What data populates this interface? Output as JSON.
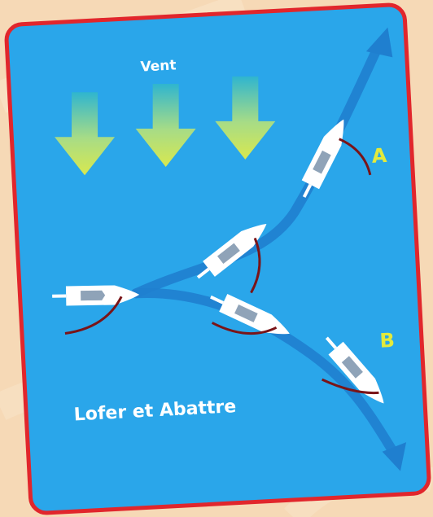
{
  "colors": {
    "page_background": "#f6d9b6",
    "card_background": "#2aa6ea",
    "card_border": "#e1262c",
    "arrow_stroke": "#1f7fcf",
    "wind_arrow_top": "#2fb5cf",
    "wind_arrow_bottom": "#d8e84f",
    "boat_hull": "#ffffff",
    "boat_cabin": "#8fa3b8",
    "sail": "#7a1418",
    "label_white": "#ffffff",
    "label_yellow": "#e3ea3c"
  },
  "diagram": {
    "wind_label": "Vent",
    "route_a_label": "A",
    "route_b_label": "B",
    "caption": "Lofer et Abattre"
  },
  "icons": {
    "wind_arrows": "wind-arrow-icon",
    "boats": "sailboat-icon"
  }
}
